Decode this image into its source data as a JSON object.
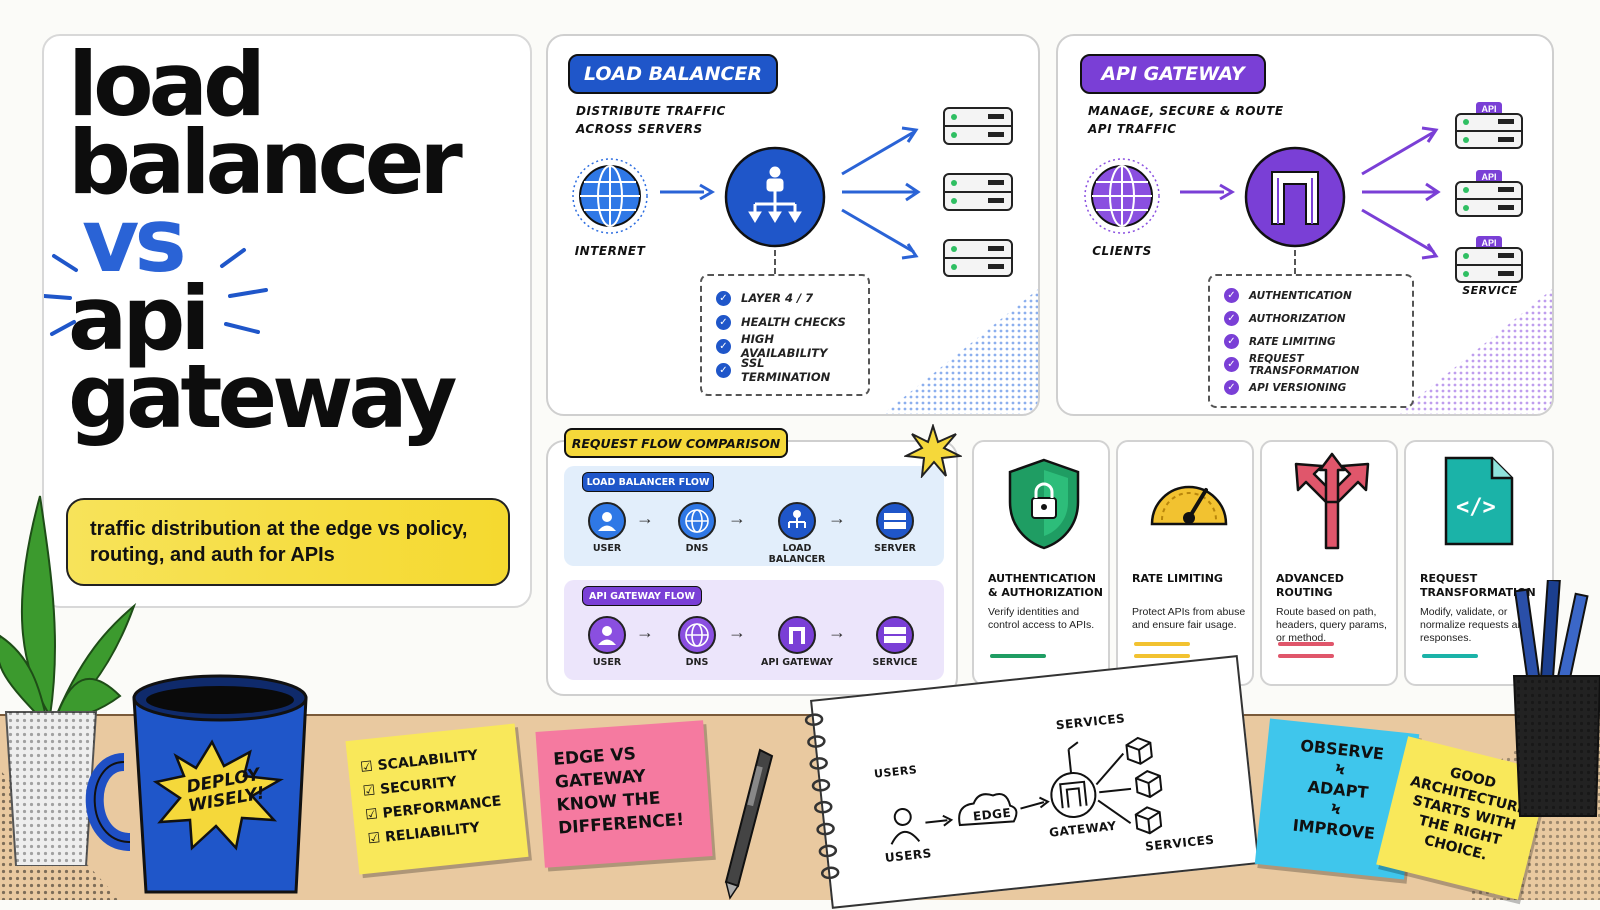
{
  "hero": {
    "line1": "load",
    "line2": "balancer",
    "vs": "vs",
    "line3": "api",
    "line4": "gateway",
    "subtitle": "traffic distribution at the edge vs policy, routing, and auth for APIs"
  },
  "lb_panel": {
    "badge": "LOAD BALANCER",
    "desc": "DISTRIBUTE TRAFFIC ACROSS SERVERS",
    "source_label": "INTERNET",
    "features": [
      "LAYER 4 / 7",
      "HEALTH CHECKS",
      "HIGH AVAILABILITY",
      "SSL TERMINATION"
    ]
  },
  "gw_panel": {
    "badge": "API GATEWAY",
    "desc": "MANAGE, SECURE & ROUTE API TRAFFIC",
    "source_label": "CLIENTS",
    "service_tag": "API",
    "service_label": "SERVICE",
    "features": [
      "AUTHENTICATION",
      "AUTHORIZATION",
      "RATE LIMITING",
      "REQUEST TRANSFORMATION",
      "API VERSIONING"
    ]
  },
  "flow": {
    "title": "REQUEST FLOW COMPARISON",
    "lb_title": "LOAD BALANCER FLOW",
    "lb_steps": [
      "USER",
      "DNS",
      "LOAD BALANCER",
      "SERVER"
    ],
    "gw_title": "API GATEWAY FLOW",
    "gw_steps": [
      "USER",
      "DNS",
      "API GATEWAY",
      "SERVICE"
    ]
  },
  "features": [
    {
      "title": "AUTHENTICATION & AUTHORIZATION",
      "desc": "Verify identities and control access to APIs.",
      "color": "#1f9d63"
    },
    {
      "title": "RATE LIMITING",
      "desc": "Protect APIs from abuse and ensure fair usage.",
      "color": "#f2c230"
    },
    {
      "title": "ADVANCED ROUTING",
      "desc": "Route based on path, headers, query params, or method.",
      "color": "#e0566b"
    },
    {
      "title": "REQUEST TRANSFORMATION",
      "desc": "Modify, validate, or normalize requests and responses.",
      "color": "#1bb3a8"
    }
  ],
  "desk": {
    "mug_text": "DEPLOY WISELY!",
    "checklist": [
      "SCALABILITY",
      "SECURITY",
      "PERFORMANCE",
      "RELIABILITY"
    ],
    "pink_note": "EDGE VS GATEWAY KNOW THE DIFFERENCE!",
    "sketch": {
      "users": "USERS",
      "edge": "EDGE",
      "gateway": "GATEWAY",
      "services_top": "SERVICES",
      "services": "SERVICES"
    },
    "blue_note": [
      "OBSERVE",
      "ADAPT",
      "IMPROVE"
    ],
    "yellow_note": "GOOD ARCHITECTURE STARTS WITH THE RIGHT CHOICE."
  },
  "colors": {
    "blue": "#1f56c9",
    "purple": "#7a3fd6",
    "yellow": "#f7e04a"
  }
}
